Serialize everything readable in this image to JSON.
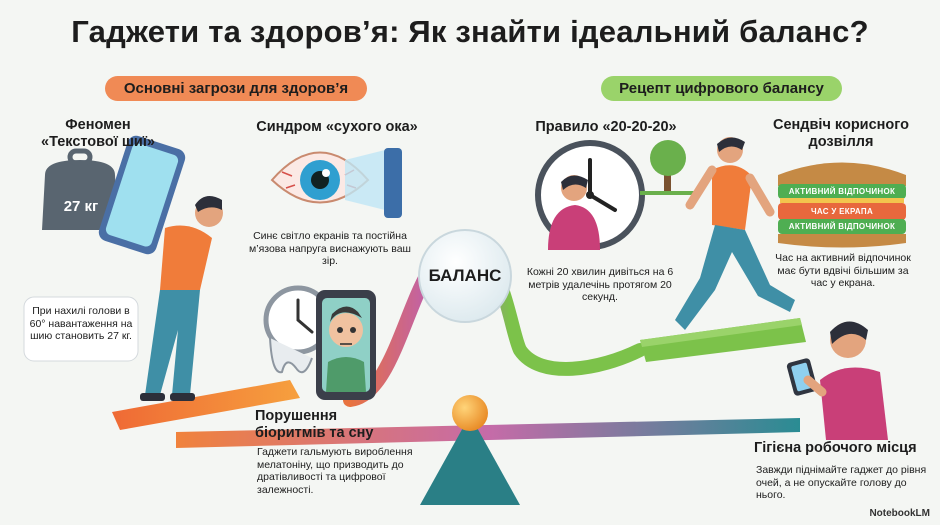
{
  "title": "Гаджети та здоров’я: Як знайти ідеальний баланс?",
  "sections": {
    "threats": "Основні загрози для здоров’я",
    "recipe": "Рецепт цифрового балансу"
  },
  "text_neck": {
    "heading": "Феномен «Текстової шиї»",
    "weight_label": "27 кг",
    "caption": "При нахилі голови в 60° навантаження на шию становить 27 кг."
  },
  "dry_eye": {
    "heading": "Синдром «сухого ока»",
    "caption": "Синє світло екранів та постійна м’язова напруга виснажують ваш зір."
  },
  "biorhythm": {
    "heading": "Порушення біоритмів та сну",
    "caption": "Гаджети гальмують вироблення мелатоніну, що призводить до дратівливості та цифрової залежності."
  },
  "balance_label": "БАЛАНС",
  "rule_20": {
    "heading": "Правило «20-20-20»",
    "caption": "Кожні 20 хвилин дивіться на 6 метрів удалечінь протягом 20 секунд."
  },
  "sandwich": {
    "heading": "Сендвіч корисного дозвілля",
    "layer_top": "АКТИВНИЙ ВІДПОЧИНОК",
    "layer_middle": "ЧАС У ЕКРАПА",
    "layer_bottom": "АКТИВНИЙ ВІДПОЧИНОК",
    "caption": "Час на активний відпочинок має бути вдвічі більшим за час у екрана."
  },
  "workplace": {
    "heading": "Гігієна робочого місця",
    "caption": "Завжди піднімайте гаджет до рівня очей, а не опускайте голову до нього."
  },
  "brand": "NotebookLM",
  "colors": {
    "threat_accent": "#f08a55",
    "recipe_accent": "#9ad36a",
    "path_orange": "#e8733f",
    "path_green": "#7cc24a",
    "balance_teal": "#2a7f86"
  }
}
